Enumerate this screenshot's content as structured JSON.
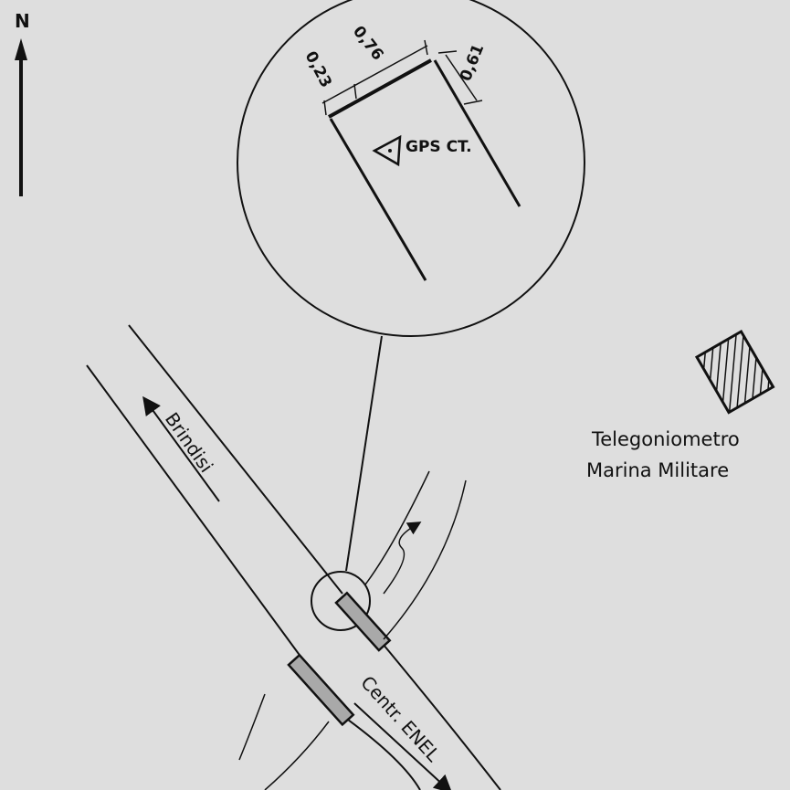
{
  "north": {
    "label": "N"
  },
  "detail": {
    "gps_label": "GPS CT.",
    "dim_width": "0,76",
    "dim_offset": "0,23",
    "dim_depth": "0,61"
  },
  "road": {
    "to_north_label": "Brindisi",
    "to_south_label": "Centr. ENEL"
  },
  "landmark": {
    "line1": "Telegoniometro",
    "line2": "Marina Militare"
  },
  "icons": [
    "north-arrow-icon",
    "gps-triangle-icon",
    "hatched-building-icon",
    "stream-arrow-icon"
  ]
}
